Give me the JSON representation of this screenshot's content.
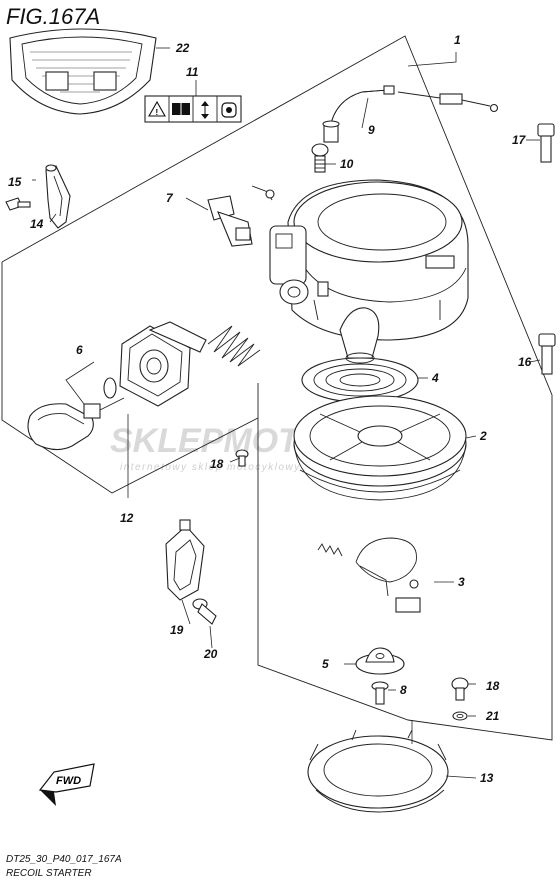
{
  "figure": {
    "title": "FIG.167A",
    "code": "DT25_30_P40_017_167A",
    "caption": "RECOIL STARTER"
  },
  "watermark": {
    "brand": "SKLEPMOTO24.PL",
    "tagline": "internetowy sklep motocyklowy",
    "accent_color": "#e0141e"
  },
  "direction_badge": "FWD",
  "callouts": [
    {
      "id": "1",
      "label": "1"
    },
    {
      "id": "2",
      "label": "2"
    },
    {
      "id": "3",
      "label": "3"
    },
    {
      "id": "4",
      "label": "4"
    },
    {
      "id": "5",
      "label": "5"
    },
    {
      "id": "6",
      "label": "6"
    },
    {
      "id": "7",
      "label": "7"
    },
    {
      "id": "8",
      "label": "8"
    },
    {
      "id": "9",
      "label": "9"
    },
    {
      "id": "10",
      "label": "10"
    },
    {
      "id": "11",
      "label": "11"
    },
    {
      "id": "12",
      "label": "12"
    },
    {
      "id": "13",
      "label": "13"
    },
    {
      "id": "14",
      "label": "14"
    },
    {
      "id": "15",
      "label": "15"
    },
    {
      "id": "16",
      "label": "16"
    },
    {
      "id": "17",
      "label": "17"
    },
    {
      "id": "18a",
      "label": "18"
    },
    {
      "id": "18b",
      "label": "18"
    },
    {
      "id": "19",
      "label": "19"
    },
    {
      "id": "20",
      "label": "20"
    },
    {
      "id": "21",
      "label": "21"
    },
    {
      "id": "22",
      "label": "22"
    }
  ],
  "icons": [
    "warning-triangle-icon",
    "manual-book-icon",
    "up-down-arrows-icon",
    "pull-handle-icon"
  ]
}
